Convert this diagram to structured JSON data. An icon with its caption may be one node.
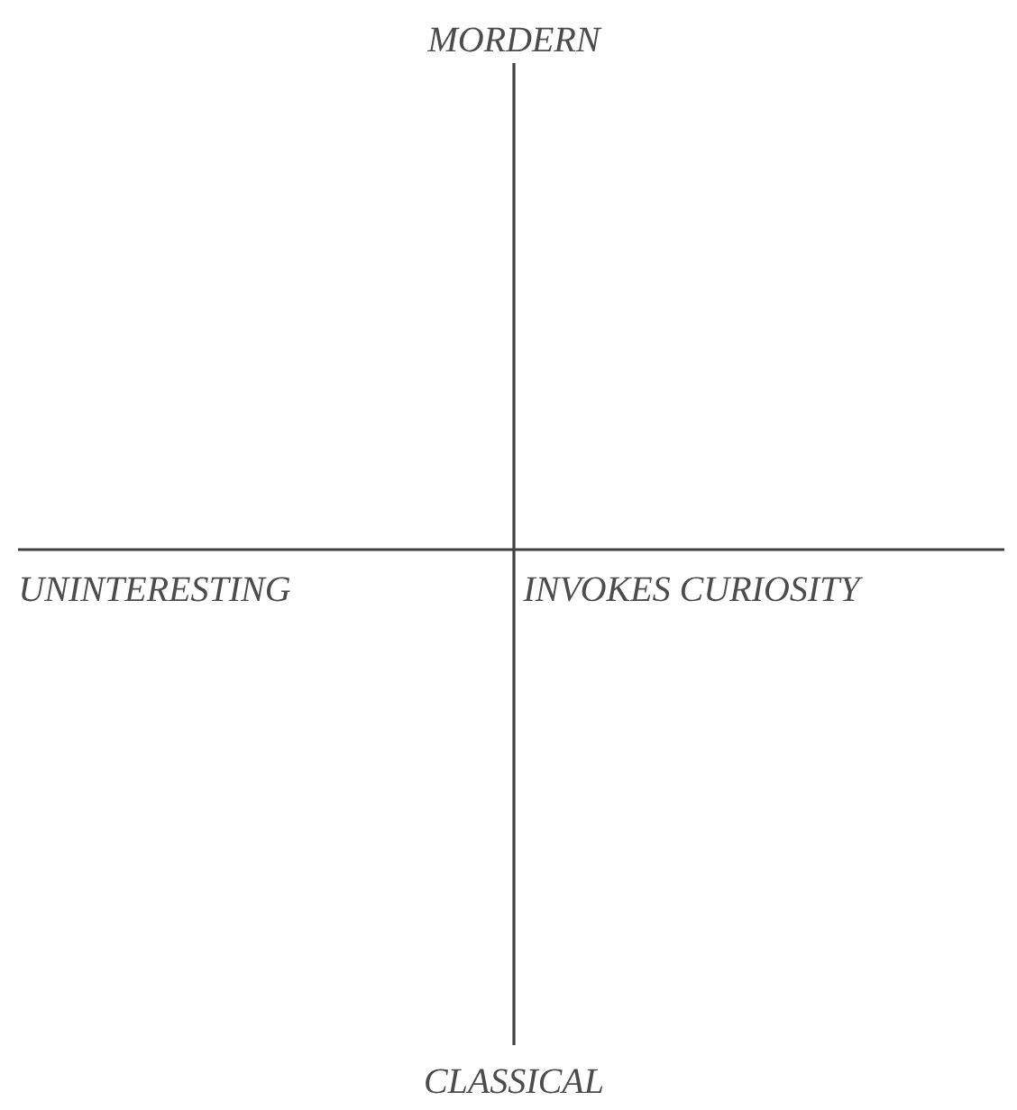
{
  "diagram": {
    "labels": [
      "MORDERN",
      "UNINTERESTING",
      "INVOKES CURIOSITY",
      "CLASSICAL"
    ]
  }
}
